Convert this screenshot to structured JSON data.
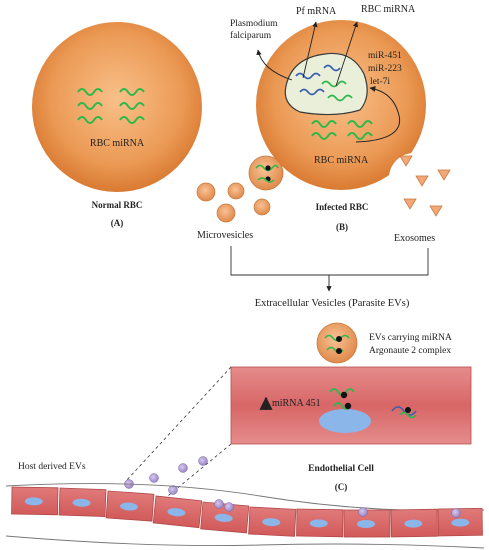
{
  "panel_a": {
    "inner_label": "RBC miRNA",
    "title": "Normal RBC",
    "letter": "(A)"
  },
  "panel_b": {
    "plasmodium_line1": "Plasmodium",
    "plasmodium_line2": "falciparum",
    "pf_mrna": "Pf mRNA",
    "rbc_mirna_top": "RBC miRNA",
    "mir451": "miR-451",
    "mir223": "miR-223",
    "let7i": "let-7i",
    "inner_label": "RBC miRNA",
    "title": "Infected RBC",
    "letter": "(B)",
    "microvesicles": "Microvesicles",
    "exosomes": "Exosomes",
    "extracellular": "Extracellular Vesicles (Parasite EVs)"
  },
  "panel_c": {
    "evs_line1": "EVs carrying miRNA",
    "evs_line2": "Argonaute 2 complex",
    "mirna451": "miRNA 451",
    "host_evs": "Host derived EVs",
    "endothelial": "Endothelial Cell",
    "letter": "(C)"
  },
  "colors": {
    "rbc_orange": "#e6904e",
    "rbc_center": "#f7b57a",
    "mirna_green": "#2db84a",
    "mrna_blue": "#3a5fb0",
    "endothelial_red": "#d96a6a",
    "nucleus_blue": "#7ab0e6",
    "host_ev_purple": "#b5a3d6"
  }
}
